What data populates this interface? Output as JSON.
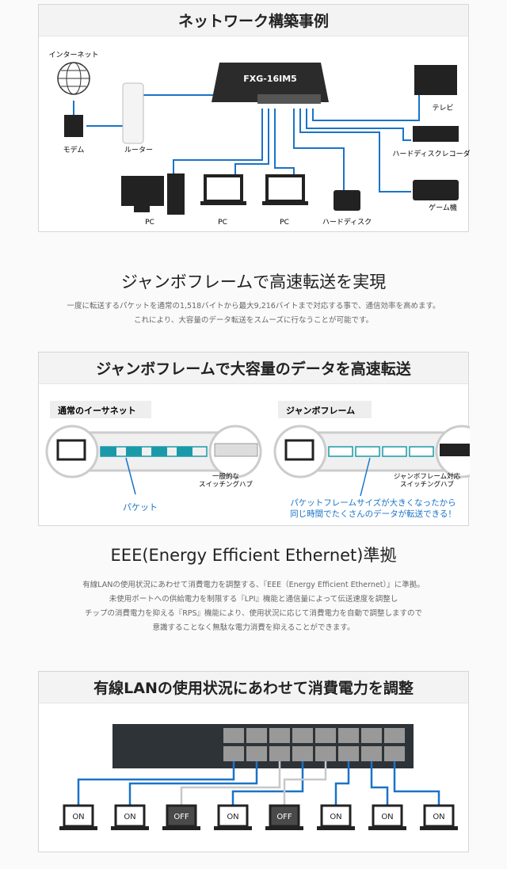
{
  "network": {
    "title": "ネットワーク構築事例",
    "internet": "インターネット",
    "modem": "モデム",
    "router": "ルーター",
    "switch": "FXG-16IM5",
    "tv": "テレビ",
    "hdr": "ハードディスクレコーダー",
    "game": "ゲーム機",
    "pc1": "PC",
    "pc2": "PC",
    "pc3": "PC",
    "hdd": "ハードディスク"
  },
  "jumbo": {
    "heading": "ジャンボフレームで高速転送を実現",
    "desc": [
      "一度に転送するパケットを通常の1,518バイトから最大9,216バイトまで対応する事で、通信効率を高めます。",
      "これにより、大容量のデータ転送をスムーズに行なうことが可能です。"
    ],
    "panel_title": "ジャンボフレームで大容量のデータを高速転送",
    "normal_label": "通常のイーサネット",
    "jumbo_label": "ジャンボフレーム",
    "normal_hub": [
      "一般的な",
      "スイッチングハブ"
    ],
    "jumbo_hub": [
      "ジャンボフレーム対応",
      "スイッチングハブ"
    ],
    "packet": "パケット",
    "jumbo_note": [
      "パケットフレームサイズが大きくなったから",
      "同じ時間でたくさんのデータが転送できる！"
    ]
  },
  "eee": {
    "heading": "EEE(Energy Efficient Ethernet)準拠",
    "desc": [
      "有線LANの使用状況にあわせて消費電力を調整する、『EEE（Energy Efficient Ethernet）』に準拠。",
      "未使用ポートへの供給電力を制限する『LPI』機能と通信量によって伝送速度を調整し",
      "チップの消費電力を抑える『RPS』機能により、使用状況に応じて消費電力を自動で調整しますので",
      "意識することなく無駄な電力消費を抑えることができます。"
    ],
    "panel_title": "有線LANの使用状況にあわせて消費電力を調整",
    "states": [
      "ON",
      "ON",
      "OFF",
      "ON",
      "OFF",
      "ON",
      "ON",
      "ON"
    ]
  },
  "colors": {
    "line": "#1a73c7",
    "teal": "#1a9aa8",
    "off": "#4a4a4a"
  }
}
